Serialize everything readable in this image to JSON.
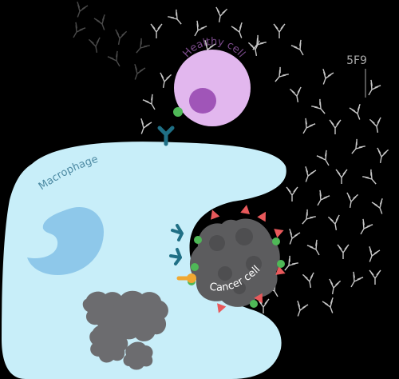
{
  "labels": {
    "healthy_cell": "Healthy cell",
    "macrophage": "Macrophage",
    "cancer_cell": "Cancer cell",
    "antibody": "5F9"
  },
  "colors": {
    "background": "#000000",
    "macrophage": "#c8eef9",
    "macrophage_nucleus": "#8ec8ea",
    "healthy_cell": "#e2b7ee",
    "healthy_nucleus": "#a055b8",
    "cancer_cell": "#5c5c5e",
    "phagosome": "#6c6c6f",
    "receptor": "#1f6f85",
    "cd47": "#4fb857",
    "calreticulin": "#e8595b",
    "lrp1": "#f0a832",
    "antibody": "#c8c8c8"
  }
}
